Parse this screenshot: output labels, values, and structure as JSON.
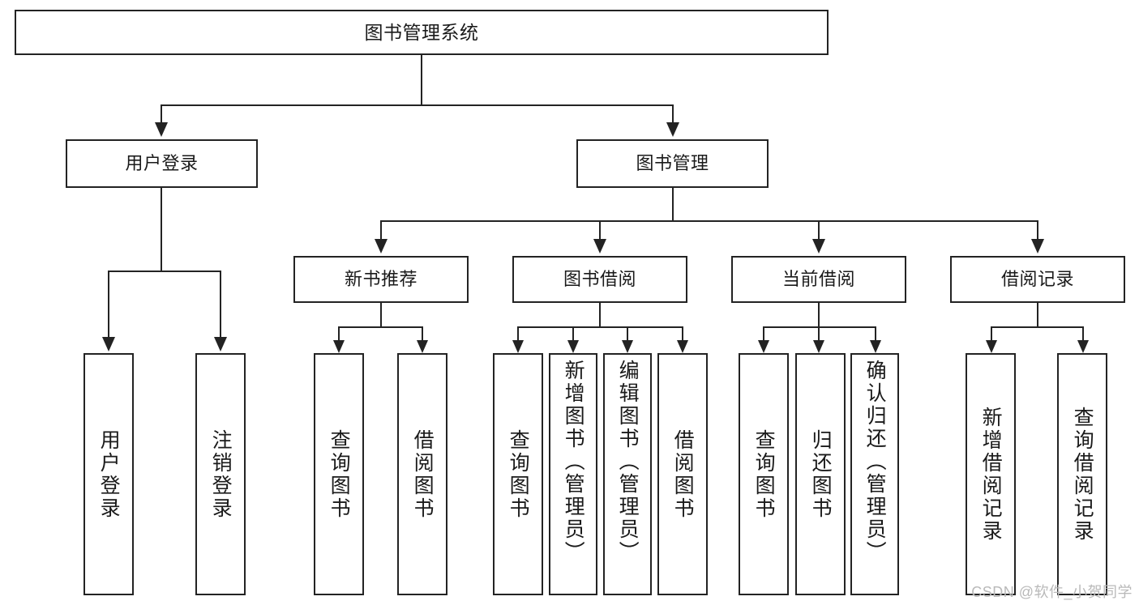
{
  "diagram": {
    "type": "tree-hierarchy",
    "title": "图书管理系统",
    "root": {
      "id": "root",
      "label": "图书管理系统"
    },
    "level1": [
      {
        "id": "user-login",
        "label": "用户登录"
      },
      {
        "id": "book-manage",
        "label": "图书管理"
      }
    ],
    "level2": [
      {
        "id": "new-book-rec",
        "label": "新书推荐",
        "parent": "book-manage"
      },
      {
        "id": "book-borrow",
        "label": "图书借阅",
        "parent": "book-manage"
      },
      {
        "id": "current-borrow",
        "label": "当前借阅",
        "parent": "book-manage"
      },
      {
        "id": "borrow-record",
        "label": "借阅记录",
        "parent": "book-manage"
      }
    ],
    "leaves": {
      "user_login": [
        {
          "id": "leaf-user-login",
          "label": "用户登录"
        },
        {
          "id": "leaf-logout",
          "label": "注销登录"
        }
      ],
      "new_book_rec": [
        {
          "id": "leaf-query-book-1",
          "label": "查询图书"
        },
        {
          "id": "leaf-borrow-book-1",
          "label": "借阅图书"
        }
      ],
      "book_borrow": [
        {
          "id": "leaf-query-book-2",
          "label": "查询图书"
        },
        {
          "id": "leaf-add-book",
          "label": "新增图书（管理员）"
        },
        {
          "id": "leaf-edit-book",
          "label": "编辑图书（管理员）"
        },
        {
          "id": "leaf-borrow-book-2",
          "label": "借阅图书"
        }
      ],
      "current_borrow": [
        {
          "id": "leaf-query-book-3",
          "label": "查询图书"
        },
        {
          "id": "leaf-return-book",
          "label": "归还图书"
        },
        {
          "id": "leaf-confirm-return",
          "label": "确认归还（管理员）"
        }
      ],
      "borrow_record": [
        {
          "id": "leaf-add-record",
          "label": "新增借阅记录"
        },
        {
          "id": "leaf-query-record",
          "label": "查询借阅记录"
        }
      ]
    }
  },
  "watermark": {
    "text": "CSDN @软件_小贺同学"
  },
  "colors": {
    "stroke": "#232323",
    "fill": "#ffffff",
    "text": "#1a1a1a",
    "watermark": "#b9b9b9"
  }
}
